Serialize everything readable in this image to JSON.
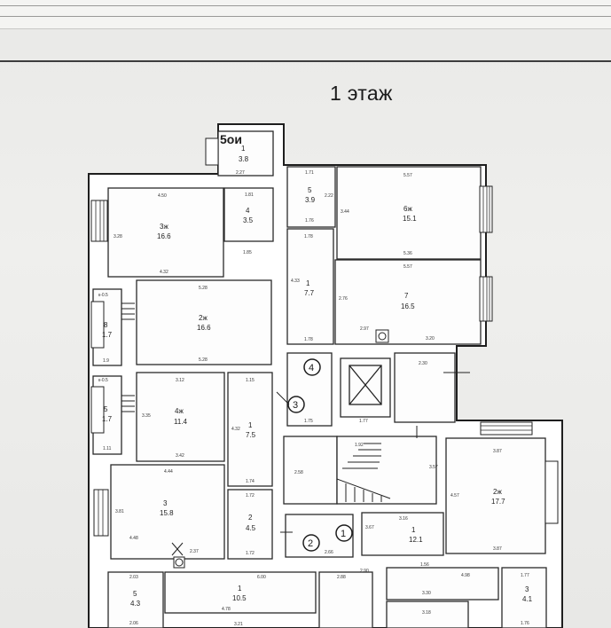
{
  "header": {
    "floor_title": "1 этаж"
  },
  "building_label": "5ои",
  "rooms": [
    {
      "id": "r-top-1",
      "num": "1",
      "area": "3.8",
      "dim": "2.27"
    },
    {
      "id": "r-3zh",
      "num": "3ж",
      "area": "16.6",
      "dim_top": "4.50",
      "dim_bottom": "4.32",
      "dim_side": "3.28"
    },
    {
      "id": "r-4",
      "num": "4",
      "area": "3.5",
      "dim_top": "1.81",
      "dim_bottom": "1.85"
    },
    {
      "id": "r-5",
      "num": "5",
      "area": "3.9",
      "dim_top": "1.71",
      "dim_side": "2.22",
      "dim_bottom": "1.76"
    },
    {
      "id": "r-6zh",
      "num": "6ж",
      "area": "15.1",
      "dim_top": "5.57",
      "dim_bottom": "5.36",
      "dim_side": "3.44"
    },
    {
      "id": "r-corr-1",
      "num": "1",
      "area": "7.7",
      "dim_top": "1.78",
      "dim_side": "4.33"
    },
    {
      "id": "r-7",
      "num": "7",
      "area": "16.5",
      "dim_top": "5.57",
      "dim_side": "2.76",
      "dim_bottom": "3.20",
      "dim_mid": "2.97"
    },
    {
      "id": "r-8",
      "num": "8",
      "area": "1.7",
      "dim_top": "к-0.5",
      "dim_bottom": "1.9"
    },
    {
      "id": "r-2zh",
      "num": "2ж",
      "area": "16.6",
      "dim_top": "5.28",
      "dim_bottom": "5.28"
    },
    {
      "id": "r-5b",
      "num": "5",
      "area": "1.7",
      "dim_top": "к-0.5",
      "dim_bottom": "1.11"
    },
    {
      "id": "r-4zh",
      "num": "4ж",
      "area": "11.4",
      "dim_top": "3.12",
      "dim_bottom": "3.42",
      "dim_side": "3.35"
    },
    {
      "id": "r-corr-1b",
      "num": "1",
      "area": "7.5",
      "dim_top": "1.15",
      "dim_side": "4.32",
      "dim_bottom": "1.74"
    },
    {
      "id": "r-3",
      "num": "3",
      "area": "15.8",
      "dim_top": "4.44",
      "dim_bottom": "4.48",
      "dim_side": "3.81",
      "dim_mid": "2.37"
    },
    {
      "id": "r-2",
      "num": "2",
      "area": "4.5",
      "dim_top": "1.72",
      "dim_bottom": "1.72"
    },
    {
      "id": "r-2zh-b",
      "num": "2ж",
      "area": "17.7",
      "dim_top": "3.87",
      "dim_bottom": "3.87",
      "dim_side": "4.57"
    },
    {
      "id": "r-1-stair",
      "num": "1",
      "area": "12.1",
      "dim_top": "3.16",
      "dim_side": "3.67"
    },
    {
      "id": "r-5c",
      "num": "5",
      "area": "4.3",
      "dim_top": "2.03",
      "dim_bottom": "2.06"
    },
    {
      "id": "r-1-bottom",
      "num": "1",
      "area": "10.5",
      "dim_top": "6.00",
      "dim_bottom": "4.78"
    },
    {
      "id": "r-3c",
      "num": "3",
      "area": "4.1",
      "dim_top": "1.77",
      "dim_bottom": "1.76"
    }
  ],
  "entrances": [
    {
      "id": "e1",
      "num": "1"
    },
    {
      "id": "e2",
      "num": "2"
    },
    {
      "id": "e3",
      "num": "3"
    },
    {
      "id": "e4",
      "num": "4"
    }
  ],
  "misc_dims": {
    "stair_top": "2.30",
    "stair_width": "3.57",
    "stair_landing": "2.58",
    "lift": "1.77",
    "landing_a": "1.78",
    "landing_b": "1.75",
    "corr_mid": "1.92",
    "near_e2": "2.66",
    "bottom_left_a": "2.88",
    "bottom_right_a": "4.98",
    "bottom_right_b": "3.30",
    "bottom_right_c": "3.18",
    "bottom_mid_a": "2.90",
    "bottom_small": "1.56",
    "bottom_narrow": "3.21"
  }
}
